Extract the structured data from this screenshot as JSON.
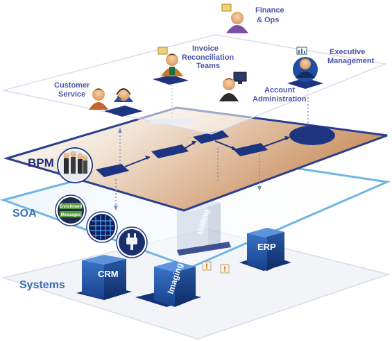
{
  "layers": {
    "bpm": "BPM",
    "soa": "SOA",
    "systems": "Systems"
  },
  "people": {
    "finance_line1": "Finance",
    "finance_line2": "& Ops",
    "invoice_line1": "Invoice",
    "invoice_line2": "Reconciliation",
    "invoice_line3": "Teams",
    "executive_line1": "Executive",
    "executive_line2": "Management",
    "customer_line1": "Customer",
    "customer_line2": "Service",
    "account_line1": "Account",
    "account_line2": "Administration"
  },
  "soa_icons": {
    "enrichment": "Enrichment",
    "messages": "Messages"
  },
  "servers": {
    "crm": "CRM",
    "imaging": "Imaging",
    "erp": "ERP",
    "billing": "Billing"
  },
  "colors": {
    "layer_outline": "#2c3f8a",
    "soa_outline": "#6fb6e0",
    "bpm_fill": "#d49a6a",
    "node_fill": "#1d3480",
    "server_fill": "#2d62b0",
    "label_blue": "#4a55a8"
  },
  "icons": [
    "person-icon",
    "headset-icon",
    "folder-icon",
    "chart-icon",
    "computer-icon",
    "team-photo-icon",
    "grid-icon",
    "plug-icon",
    "exclamation-icon"
  ]
}
